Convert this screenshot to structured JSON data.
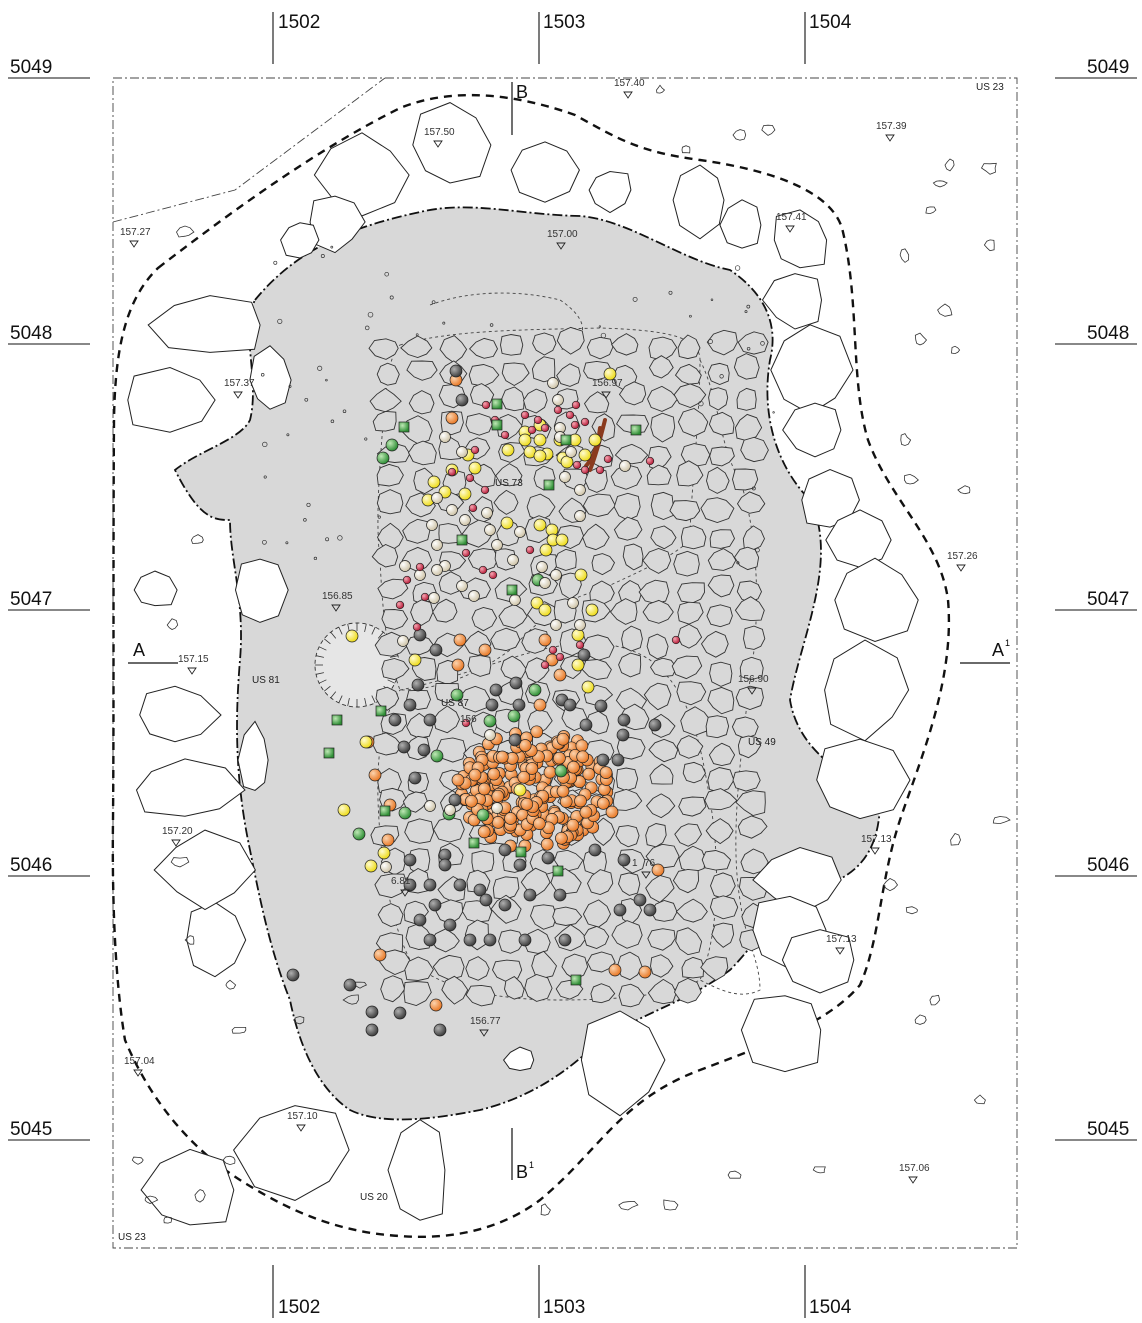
{
  "grid": {
    "columns": [
      "1502",
      "1503",
      "1504"
    ],
    "rows": [
      "5049",
      "5048",
      "5047",
      "5046",
      "5045"
    ]
  },
  "sections": {
    "b_top": "B",
    "b_bottom": "B",
    "b_bottom_sup": "1",
    "a_left": "A",
    "a_right": "A",
    "a_right_sup": "1"
  },
  "us_labels": {
    "us23_top": "US 23",
    "us23_bottom": "US 23",
    "us73": "US 73",
    "us81": "US 81",
    "us87": "US 87",
    "us49": "US 49",
    "us20": "US 20"
  },
  "elevations": [
    {
      "key": "e1",
      "label": "157.40"
    },
    {
      "key": "e2",
      "label": "157.50"
    },
    {
      "key": "e3",
      "label": "157.39"
    },
    {
      "key": "e4",
      "label": "157.27"
    },
    {
      "key": "e5",
      "label": "157.00"
    },
    {
      "key": "e6",
      "label": "157.41"
    },
    {
      "key": "e7",
      "label": "157.37"
    },
    {
      "key": "e8",
      "label": "156.97"
    },
    {
      "key": "e9",
      "label": "157.26"
    },
    {
      "key": "e10",
      "label": "156.85"
    },
    {
      "key": "e11",
      "label": "157.15"
    },
    {
      "key": "e12",
      "label": "156.90"
    },
    {
      "key": "e13",
      "label": "156"
    },
    {
      "key": "e14",
      "label": "157.20"
    },
    {
      "key": "e15",
      "label": "157.13"
    },
    {
      "key": "e16",
      "label": "1"
    },
    {
      "key": "e16b",
      "label": "76"
    },
    {
      "key": "e17",
      "label": "6.81"
    },
    {
      "key": "e18",
      "label": "157.13"
    },
    {
      "key": "e19",
      "label": "156.77"
    },
    {
      "key": "e20",
      "label": "157.04"
    },
    {
      "key": "e21",
      "label": "157.10"
    },
    {
      "key": "e22",
      "label": "157.06"
    }
  ],
  "find_colors": {
    "orange": "#f08c3e",
    "grey": "#5f5f5f",
    "yellow": "#f5ea3a",
    "green": "#4aa84a",
    "beige": "#ece4cf",
    "red": "#d2304a",
    "rust": "#8a3a1e",
    "fill_area": "#d8d8d8"
  }
}
